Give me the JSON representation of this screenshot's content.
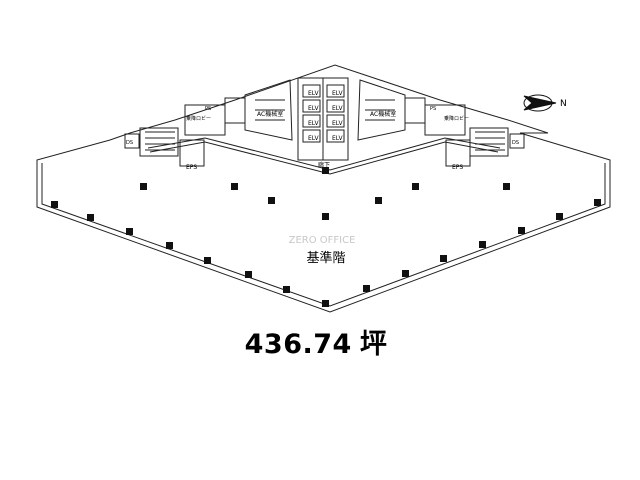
{
  "plan": {
    "floor_label": "基準階",
    "watermark": "ZERO OFFICE",
    "corridor_label": "廊下",
    "machine_room_left": "AC機械室",
    "machine_room_right": "AC機械室",
    "elevator_label": "ELV",
    "eps_label": "EPS",
    "ps_label": "PS",
    "ds_label": "DS",
    "lobby_label": "乗降ロビー",
    "north_label": "N"
  },
  "area": {
    "value": "436.74",
    "unit": "坪"
  }
}
